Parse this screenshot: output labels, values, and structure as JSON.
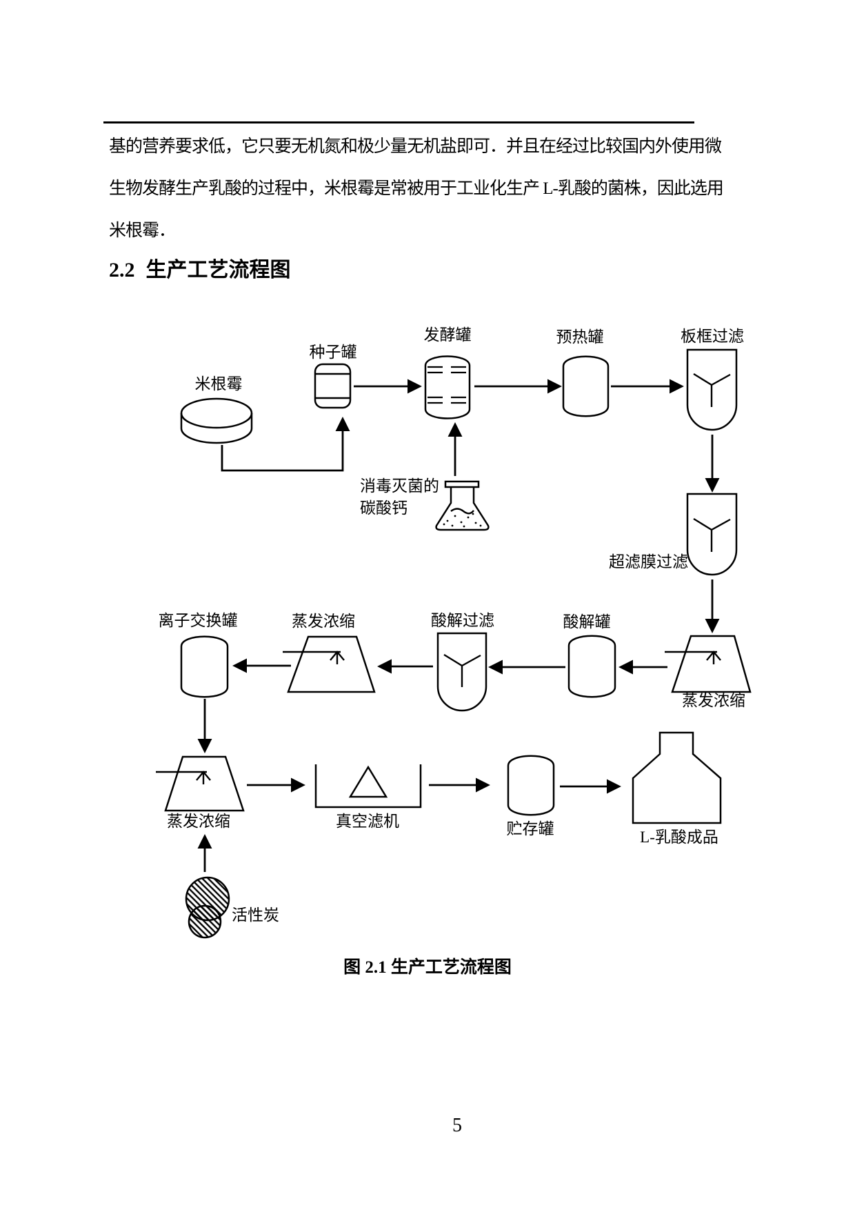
{
  "page": {
    "paragraph_lines": [
      "基的营养要求低，它只要无机氮和极少量无机盐即可．并且在经过比较国内外使用微",
      "生物发酵生产乳酸的过程中，米根霉是常被用于工业化生产 L-乳酸的菌株，因此选用",
      "米根霉．"
    ],
    "section_number": "2.2",
    "section_title": "生产工艺流程图",
    "caption": "图 2.1  生产工艺流程图",
    "page_number": "5"
  },
  "diagram": {
    "labels": {
      "rhizopus": "米根霉",
      "seed_tank": "种子罐",
      "fermenter": "发酵罐",
      "sterilized_line1": "消毒灭菌的",
      "sterilized_line2": "碳酸钙",
      "preheat_tank": "预热罐",
      "plate_frame_filter": "板框过滤",
      "ultrafiltration": "超滤膜过滤",
      "evap_right": "蒸发浓缩",
      "acid_tank": "酸解罐",
      "acid_filter": "酸解过滤",
      "evap_mid": "蒸发浓缩",
      "ion_exchange_tank": "离子交换罐",
      "evap_bottom": "蒸发浓缩",
      "vacuum_filter": "真空滤机",
      "storage_tank": "贮存罐",
      "product": "L-乳酸成品",
      "activated_carbon": "活性炭"
    },
    "colors": {
      "ink": "#000000",
      "paper": "#ffffff"
    }
  }
}
